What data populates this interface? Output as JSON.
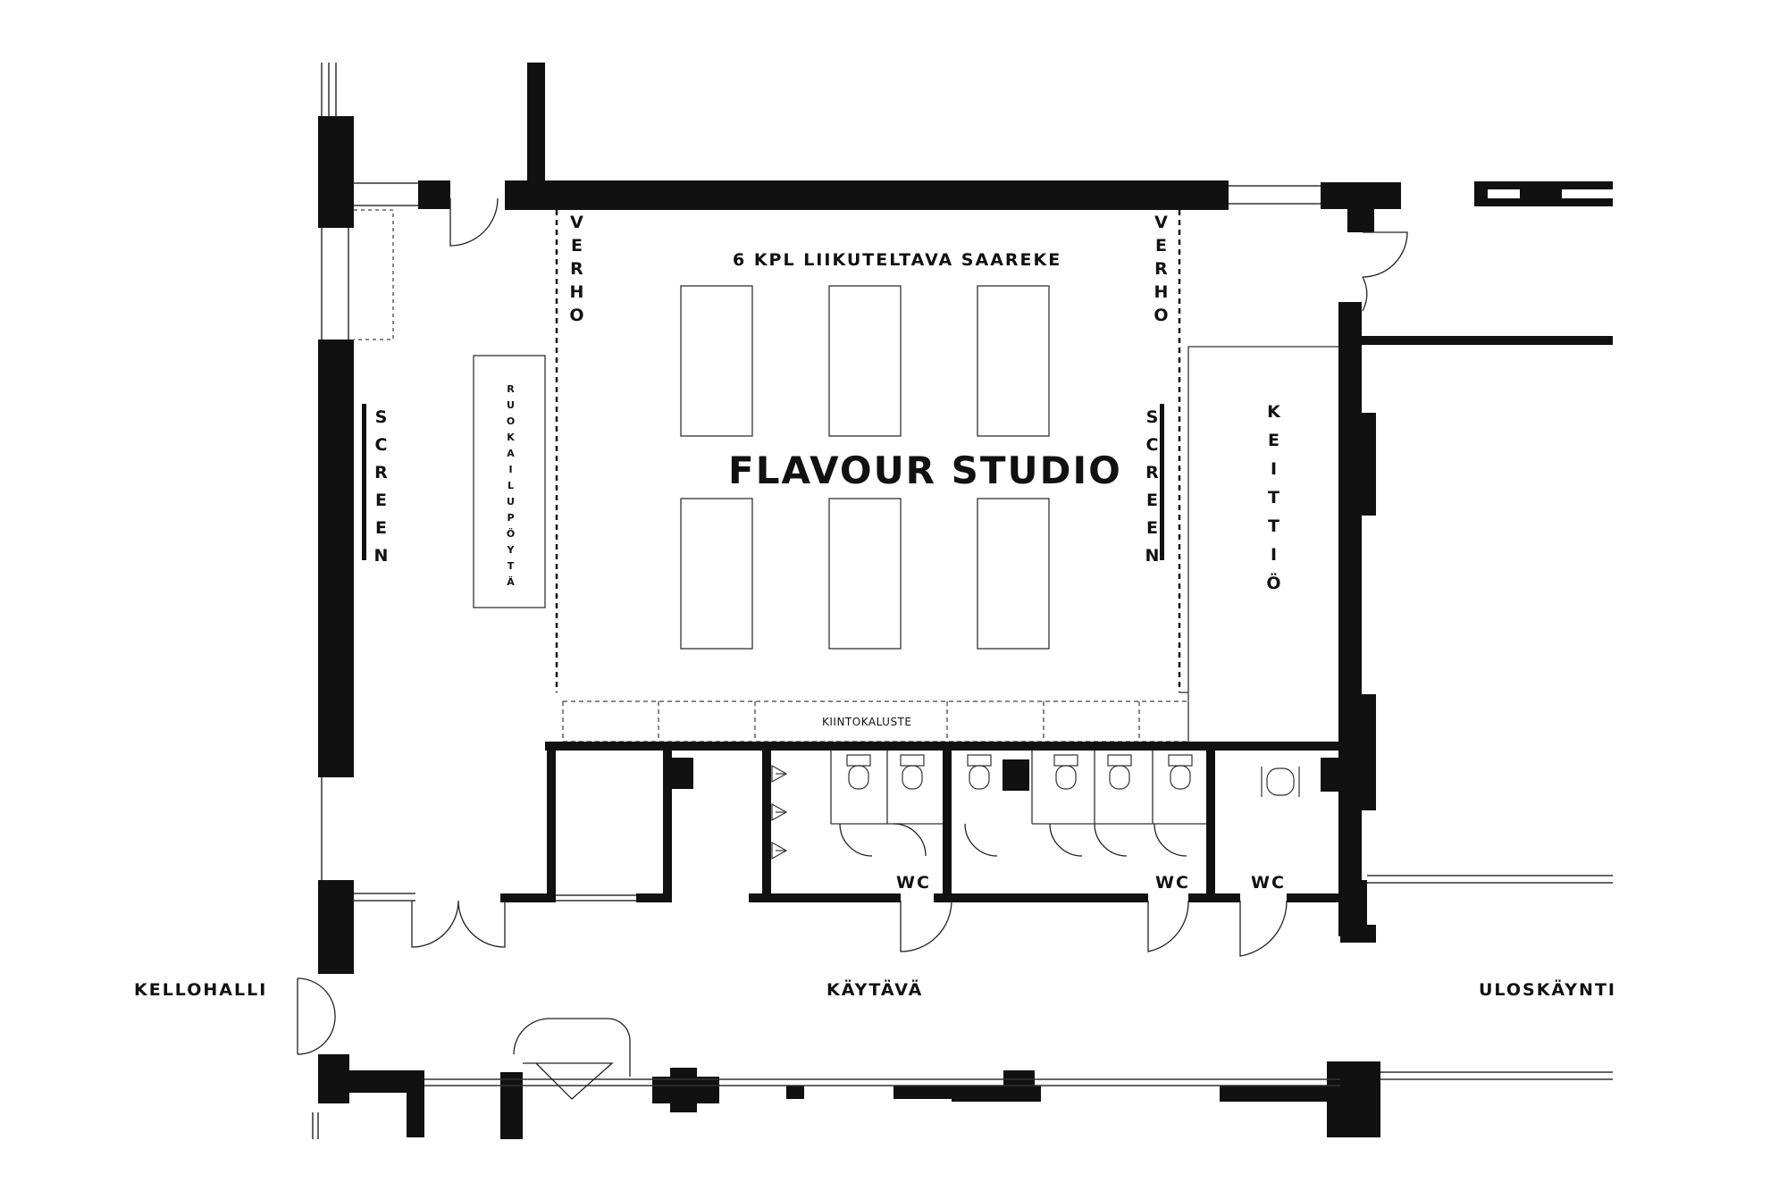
{
  "colors": {
    "wall": "#111111",
    "line": "#333333",
    "background": "#ffffff"
  },
  "labels": {
    "islands": "6 KPL LIIKUTELTAVA SAAREKE",
    "studio": "FLAVOUR STUDIO",
    "curtain_left": "VERHO",
    "curtain_right": "VERHO",
    "screen_left": "SCREEN",
    "screen_right": "SCREEN",
    "dining_table": "RUOKAILUPÖYTÄ",
    "kitchen": "KEITTIÖ",
    "fixtures": "KIINTOKALUSTE",
    "wc_1": "WC",
    "wc_2": "WC",
    "wc_3": "WC",
    "corridor": "KÄYTÄVÄ",
    "clock_hall": "KELLOHALLI",
    "exit": "ULOSKÄYNTI"
  },
  "furniture": {
    "island_count": 6,
    "toilet_count": 6,
    "urinal_count": 3
  }
}
